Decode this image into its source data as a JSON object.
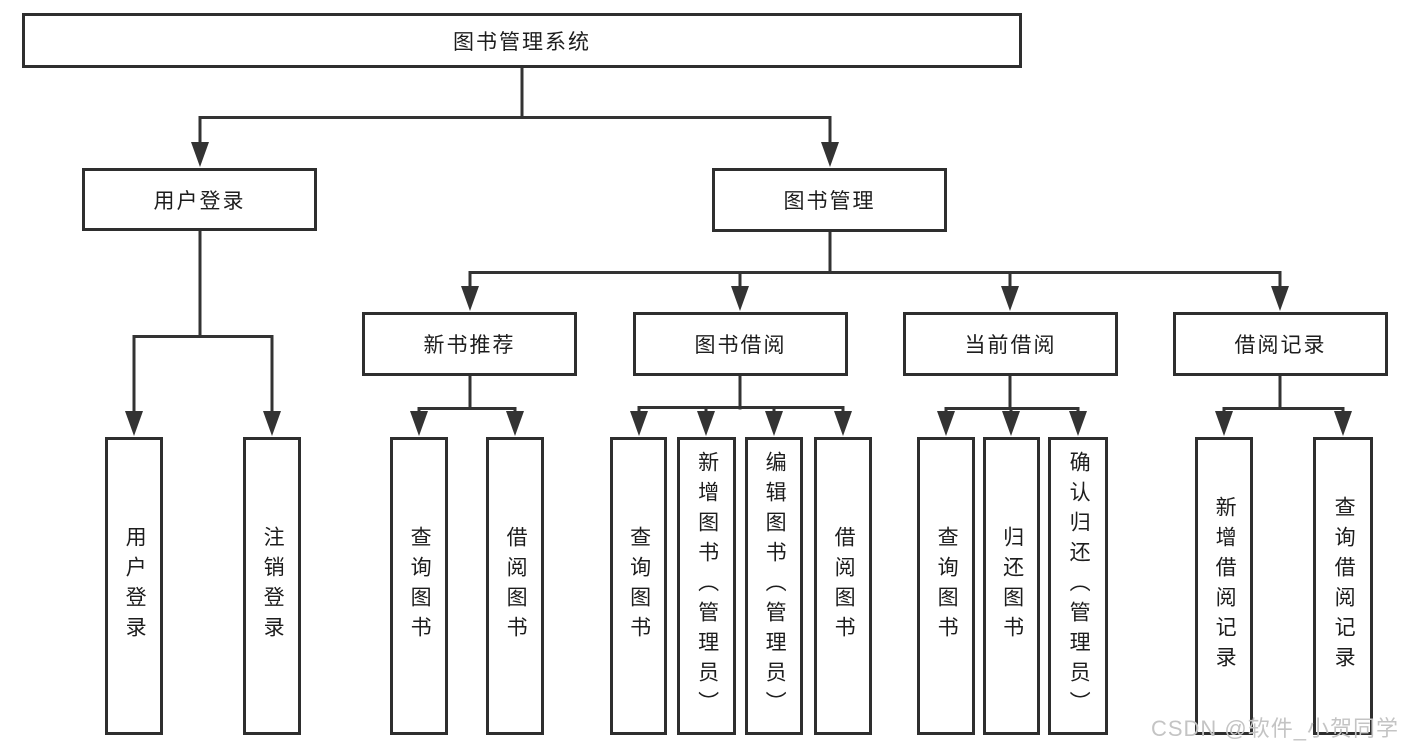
{
  "colors": {
    "line": "#333333",
    "box_border": "#2e2e2e",
    "text": "#1d1d1d",
    "watermark": "#c4c4c4",
    "background": "#ffffff"
  },
  "diagram": {
    "root": {
      "label": "图书管理系统"
    },
    "branches": [
      {
        "label": "用户登录",
        "children": [
          {
            "label": "用户登录"
          },
          {
            "label": "注销登录"
          }
        ]
      },
      {
        "label": "图书管理",
        "children": [
          {
            "label": "新书推荐",
            "children": [
              {
                "label": "查询图书"
              },
              {
                "label": "借阅图书"
              }
            ]
          },
          {
            "label": "图书借阅",
            "children": [
              {
                "label": "查询图书"
              },
              {
                "label": "新增图书（管理员）"
              },
              {
                "label": "编辑图书（管理员）"
              },
              {
                "label": "借阅图书"
              }
            ]
          },
          {
            "label": "当前借阅",
            "children": [
              {
                "label": "查询图书"
              },
              {
                "label": "归还图书"
              },
              {
                "label": "确认归还（管理员）"
              }
            ]
          },
          {
            "label": "借阅记录",
            "children": [
              {
                "label": "新增借阅记录"
              },
              {
                "label": "查询借阅记录"
              }
            ]
          }
        ]
      }
    ]
  },
  "watermark": {
    "text": "CSDN @软件_小贺同学"
  }
}
